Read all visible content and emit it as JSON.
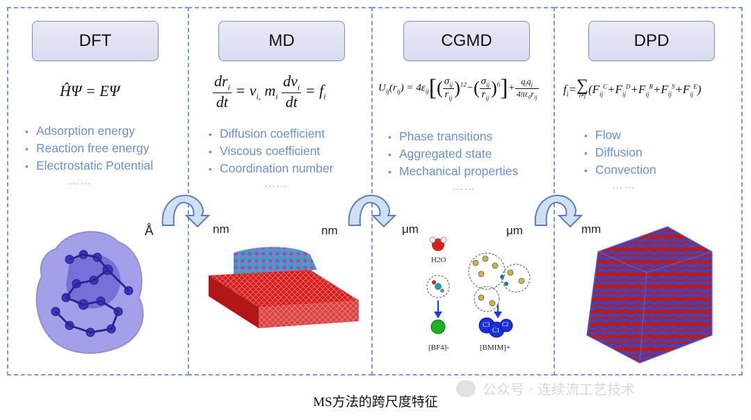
{
  "panels": [
    {
      "title": "DFT",
      "formula": {
        "main": "ĤΨ = EΨ"
      },
      "bullets": [
        "Adsorption energy",
        "Reaction free energy",
        "Electrostatic Potential"
      ],
      "dots": "……",
      "unit_right": "Å"
    },
    {
      "title": "MD",
      "formula": {
        "n1": "dr",
        "n1sub": "i",
        "d1": "dt",
        "mid": "= v",
        "midsub": "i,",
        "m": " m",
        "msub": "i",
        "n2": "dv",
        "n2sub": "i",
        "d2": "dt",
        "end": "= f",
        "endsub": "i"
      },
      "bullets": [
        "Diffusion coefficient",
        "Viscous coefficient",
        "Coordination number"
      ],
      "dots": "……",
      "unit_left": "nm",
      "unit_right": "nm"
    },
    {
      "title": "CGMD",
      "formula": {
        "lhs": "U",
        "lhssub": "ij",
        "lhsarg": "(r",
        "lhsargsub": "ij",
        "eq": ") = 4ε",
        "eqsub": "ij",
        "sig": "σ",
        "sigsub": "ij",
        "r": "r",
        "rsub": "ij",
        "p12": "12",
        "p6": "6",
        "plus": "+",
        "qnum": "q",
        "qnumsub": "i",
        "qnum2": "q",
        "qnum2sub": "j",
        "qden": "4πε",
        "qdensub": "0",
        "qden2": "r",
        "qden2sub": "ij"
      },
      "bullets": [
        "Phase transitions",
        "Aggregated state",
        "Mechanical properties"
      ],
      "dots": "……",
      "unit_left": "μm",
      "unit_right": "μm",
      "labels": {
        "h2o": "H2O",
        "bf4": "[BF4]-",
        "bmim": "[BMIM]+",
        "c3": "C3",
        "c1": "C1",
        "c2": "C2"
      }
    },
    {
      "title": "DPD",
      "formula": {
        "lhs": "f",
        "lhssub": "i",
        "eq": "=",
        "sum": "∑",
        "sumsub": "i≠j",
        "body": "(F",
        "terms": [
          "C",
          "D",
          "R",
          "S",
          "E"
        ],
        "sub": "ij"
      },
      "bullets": [
        "Flow",
        "Diffusion",
        "Convection"
      ],
      "dots": "……",
      "unit_left": "mm"
    }
  ],
  "caption": "MS方法的跨尺度特征",
  "watermark": "公众号 · 连续流工艺技术",
  "colors": {
    "border": "#7a9ad6",
    "bullet": "#6a8fcf",
    "molecule": "#5a52d8",
    "oxide": "#d02020",
    "dpd_red": "#b81d1d",
    "dpd_blue": "#3a45c8"
  }
}
